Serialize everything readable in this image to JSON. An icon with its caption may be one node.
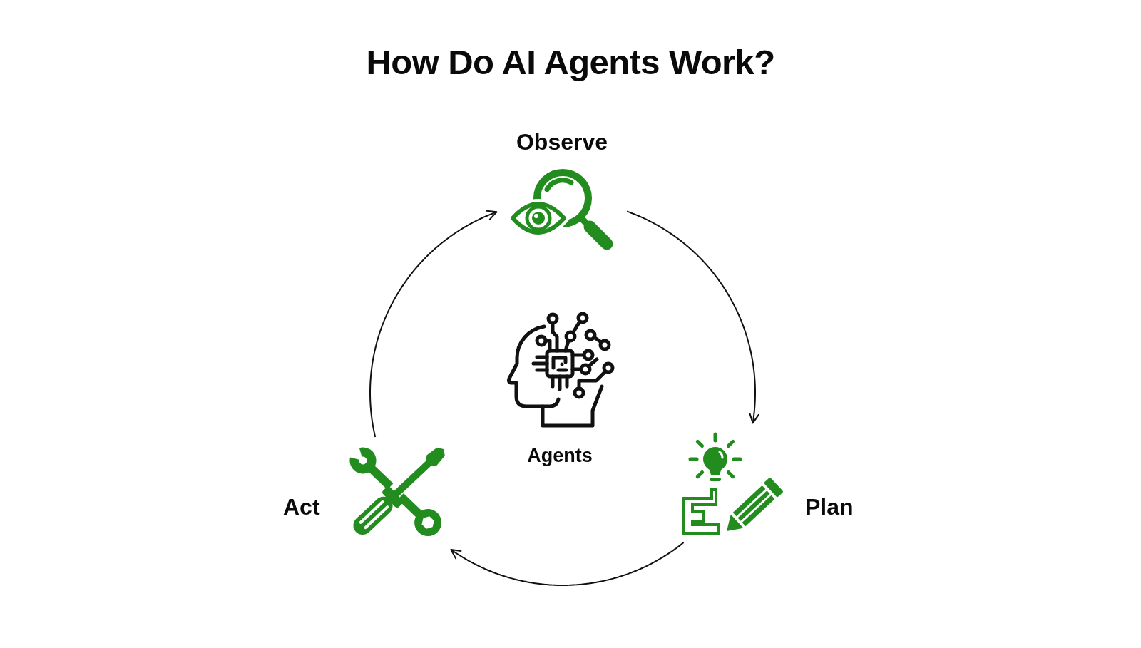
{
  "diagram": {
    "title": "How Do AI Agents Work?",
    "nodes": [
      {
        "text": [
          "Observe"
        ]
      },
      {
        "text": [
          "Agents"
        ]
      },
      {
        "text": [
          "Act"
        ]
      },
      {
        "text": [
          "Plan"
        ]
      }
    ],
    "edges": [
      {
        "from": 0,
        "to": 3,
        "arrow": "to"
      },
      {
        "from": 3,
        "to": 2,
        "arrow": "to"
      },
      {
        "from": 2,
        "to": 0,
        "arrow": "to"
      }
    ]
  }
}
